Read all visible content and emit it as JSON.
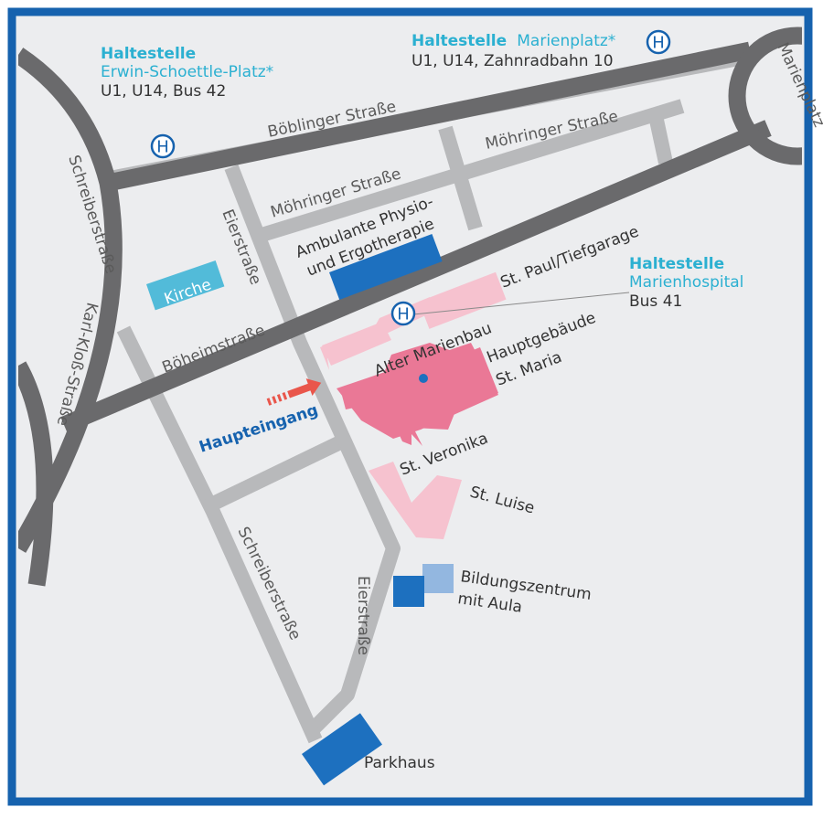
{
  "colors": {
    "border": "#1662ae",
    "background": "#ecedef",
    "main_road": "#6a6a6c",
    "side_road": "#b8b9bb",
    "building_main": "#ea7896",
    "building_light": "#f6c2cf",
    "building_blue": "#1d70bf",
    "building_light_blue": "#93b7e0",
    "church": "#52bbd9",
    "stop_text": "#2bb0d1",
    "entrance": "#1662ae",
    "arrow": "#e9564b"
  },
  "icons": {
    "bus_stop": "H-in-circle",
    "entrance_arrow": "arrow-right",
    "marker": "dot"
  },
  "streets": {
    "boeblinger": "Böblinger Straße",
    "moehringer_upper": "Möhringer Straße",
    "moehringer_lower": "Möhringer Straße",
    "eierstrasse_upper": "Eierstraße",
    "eierstrasse_lower": "Eierstraße",
    "boeheimstrasse": "Böheimstraße",
    "schreiberstrasse_left": "Schreiberstraße",
    "schreiberstrasse_lower": "Schreiberstraße",
    "karl_kloss": "Karl-Kloß-Straße",
    "marienplatz": "Marienplatz"
  },
  "stops": {
    "erwin": {
      "heading": "Haltestelle",
      "name": "Erwin-Schoettle-Platz*",
      "lines": "U1, U14, Bus 42"
    },
    "marienplatz": {
      "heading": "Haltestelle",
      "name": "Marienplatz*",
      "lines": "U1, U14, Zahnradbahn 10"
    },
    "marienhospital": {
      "heading": "Haltestelle",
      "name": "Marienhospital",
      "lines": "Bus 41"
    },
    "h_symbol": "H"
  },
  "buildings": {
    "ambulante_line1": "Ambulante Physio-",
    "ambulante_line2": "und Ergotherapie",
    "kirche": "Kirche",
    "st_paul": "St. Paul/Tiefgarage",
    "alter_marienbau": "Alter Marienbau",
    "hauptgebaeude_line1": "Hauptgebäude",
    "hauptgebaeude_line2": "St. Maria",
    "st_veronika": "St. Veronika",
    "st_luise": "St. Luise",
    "bildungszentrum_line1": "Bildungszentrum",
    "bildungszentrum_line2": "mit Aula",
    "parkhaus": "Parkhaus"
  },
  "entrance": {
    "label": "Haupteingang"
  }
}
